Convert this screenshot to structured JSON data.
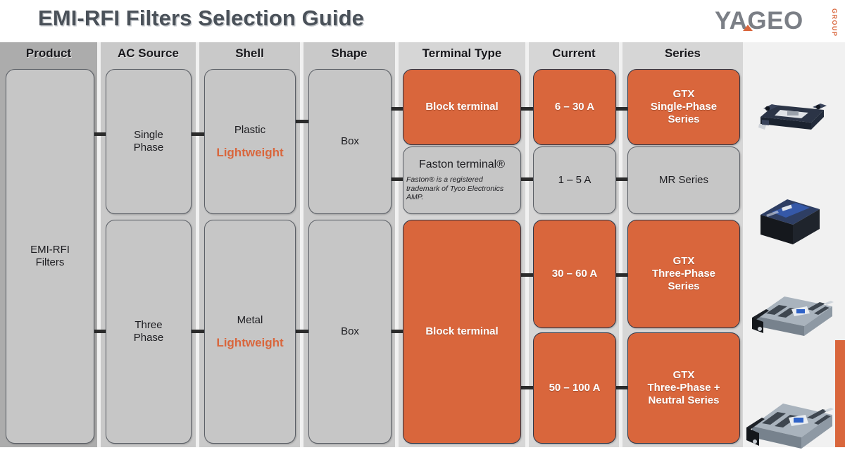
{
  "header": {
    "title": "EMI-RFI Filters Selection Guide",
    "logo": {
      "word": "YAGEO",
      "sub": "GROUP"
    }
  },
  "colors": {
    "accent_orange": "#d9663c",
    "title_gray": "#4a5159",
    "node_gray": "#c6c6c6",
    "board_bg": "#f1f1f1",
    "column_strip_dark": "#acacac",
    "column_strip_light": "#d2d2d2",
    "connector": "#2b2b2b"
  },
  "columns": [
    {
      "id": "product",
      "header": "Product"
    },
    {
      "id": "ac-source",
      "header": "AC Source"
    },
    {
      "id": "shell",
      "header": "Shell"
    },
    {
      "id": "shape",
      "header": "Shape"
    },
    {
      "id": "terminal",
      "header": "Terminal Type"
    },
    {
      "id": "current",
      "header": "Current"
    },
    {
      "id": "series",
      "header": "Series"
    },
    {
      "id": "images",
      "header": ""
    }
  ],
  "nodes": {
    "product": {
      "label": "EMI-RFI\nFilters",
      "style": "gray"
    },
    "ac_single": {
      "label": "Single\nPhase",
      "style": "gray"
    },
    "ac_three": {
      "label": "Three\nPhase",
      "style": "gray"
    },
    "shell_plastic": {
      "material": "Plastic",
      "tag": "Lightweight",
      "style": "gray"
    },
    "shell_metal": {
      "material": "Metal",
      "tag": "Lightweight",
      "style": "gray"
    },
    "shape_top": {
      "label": "Box",
      "style": "gray"
    },
    "shape_bottom": {
      "label": "Box",
      "style": "gray"
    },
    "term_block_top": {
      "label": "Block terminal",
      "style": "orange"
    },
    "term_faston": {
      "label": "Faston terminal®",
      "footnote": "Faston® is a registered trademark of Tyco Electronics AMP.",
      "style": "gray"
    },
    "term_block_bottom": {
      "label": "Block terminal",
      "style": "orange"
    },
    "cur_6_30": {
      "label": "6 – 30 A",
      "style": "orange"
    },
    "cur_1_5": {
      "label": "1 – 5 A",
      "style": "gray"
    },
    "cur_30_60": {
      "label": "30 – 60 A",
      "style": "orange"
    },
    "cur_50_100": {
      "label": "50 – 100 A",
      "style": "orange"
    },
    "ser_gtx_single": {
      "label": "GTX\nSingle-Phase\nSeries",
      "style": "orange"
    },
    "ser_mr": {
      "label": "MR Series",
      "style": "gray"
    },
    "ser_gtx_three": {
      "label": "GTX\nThree-Phase\nSeries",
      "style": "orange"
    },
    "ser_gtx_three_n": {
      "label": "GTX\nThree-Phase +\nNeutral Series",
      "style": "orange"
    }
  },
  "photos": [
    {
      "id": "photo-gtx-single-phase",
      "alt": "GTX single-phase block filter"
    },
    {
      "id": "photo-mr-series",
      "alt": "MR series potted box module"
    },
    {
      "id": "photo-gtx-three-phase",
      "alt": "GTX three-phase metal case filter"
    },
    {
      "id": "photo-gtx-three-phase-neutral",
      "alt": "GTX three-phase + neutral metal case filter"
    }
  ]
}
